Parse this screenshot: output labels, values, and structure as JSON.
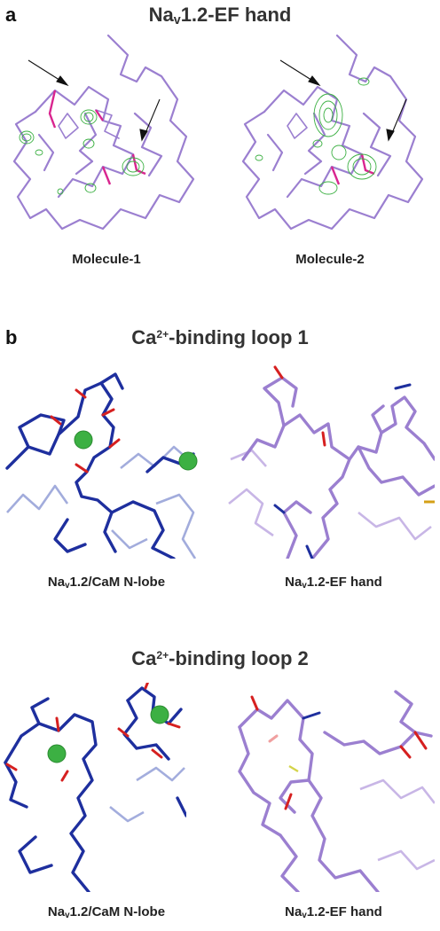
{
  "panel_a": {
    "letter": "a",
    "title_prefix": "Na",
    "title_sub": "v",
    "title_suffix": "1.2-EF hand",
    "captions": [
      "Molecule-1",
      "Molecule-2"
    ]
  },
  "panel_b": {
    "letter": "b",
    "loop1": {
      "title_prefix": "Ca",
      "title_sup": "2+",
      "title_suffix": "-binding loop 1"
    },
    "loop2": {
      "title_prefix": "Ca",
      "title_sup": "2+",
      "title_suffix": "-binding loop 2"
    },
    "left_caption": {
      "prefix": "Na",
      "sub": "v",
      "suffix": "1.2/CaM N-lobe"
    },
    "right_caption": {
      "prefix": "Na",
      "sub": "v",
      "suffix": "1.2-EF hand"
    }
  },
  "colors": {
    "purple": "#9b7fd0",
    "purple_light": "#c8b6e6",
    "blue": "#1e2f9e",
    "blue_light": "#8c98d4",
    "magenta": "#d9258f",
    "green": "#3cb043",
    "red": "#d62020"
  }
}
